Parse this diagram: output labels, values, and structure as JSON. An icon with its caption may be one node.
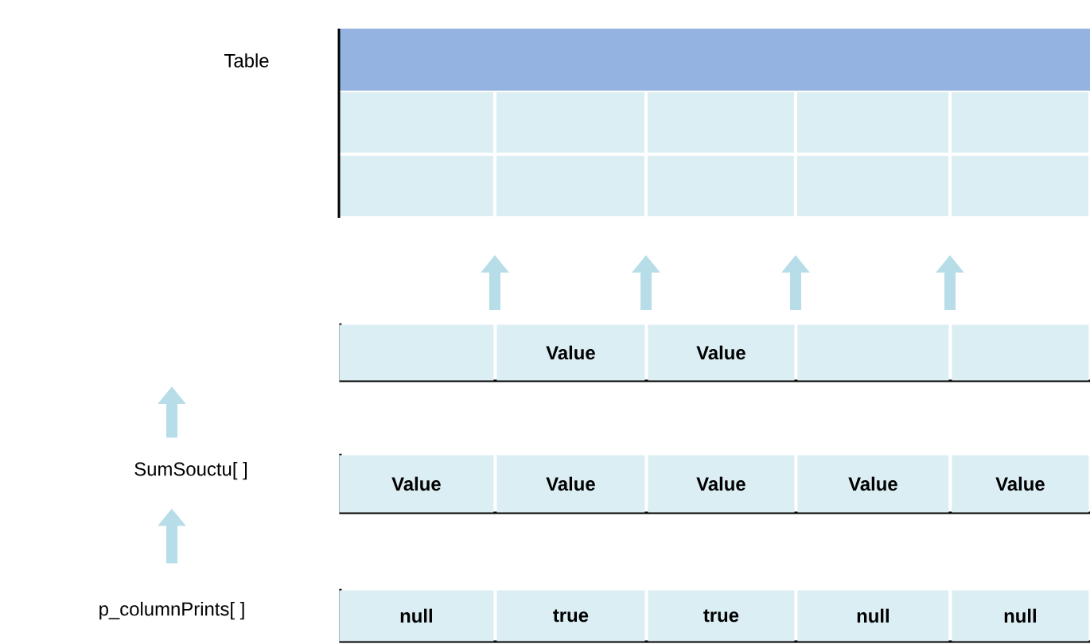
{
  "diagram": {
    "nodes": [
      {
        "text": [],
        "shape": "box",
        "beside": [
          "Table"
        ]
      },
      {
        "text": [],
        "shape": "box"
      },
      {
        "text": [],
        "shape": "box",
        "in": 1
      },
      {
        "text": [
          "Value"
        ],
        "in": 1
      },
      {
        "text": [
          "Value"
        ],
        "in": 1
      },
      {
        "text": [],
        "shape": "box",
        "in": 1
      },
      {
        "text": [],
        "shape": "box",
        "in": 1
      },
      {
        "text": [
          "SumSouctu[ ]"
        ]
      },
      {
        "text": [],
        "shape": "box"
      },
      {
        "text": [
          "Value"
        ],
        "in": 8
      },
      {
        "text": [
          "Value"
        ],
        "in": 8
      },
      {
        "text": [
          "Value"
        ],
        "in": 8
      },
      {
        "text": [
          "Value"
        ],
        "in": 8
      },
      {
        "text": [
          "Value"
        ],
        "in": 8
      },
      {
        "text": [
          "p_columnPrints[ ]"
        ]
      },
      {
        "text": [],
        "shape": "box"
      },
      {
        "text": [
          "null"
        ],
        "in": 15
      },
      {
        "text": [
          "true"
        ],
        "in": 15
      },
      {
        "text": [
          "true"
        ],
        "in": 15
      },
      {
        "text": [
          "null"
        ],
        "in": 15
      },
      {
        "text": [
          "null"
        ],
        "in": 15
      }
    ],
    "edges": [
      {
        "from": 1,
        "to": 0,
        "arrow": "to"
      },
      {
        "from": 1,
        "to": 0,
        "arrow": "to"
      },
      {
        "from": 1,
        "to": 0,
        "arrow": "to"
      },
      {
        "from": 1,
        "to": 0,
        "arrow": "to"
      },
      {
        "from": 14,
        "to": 7,
        "arrow": "to"
      },
      {
        "from": 7,
        "to": null,
        "arrow": "to"
      }
    ]
  }
}
